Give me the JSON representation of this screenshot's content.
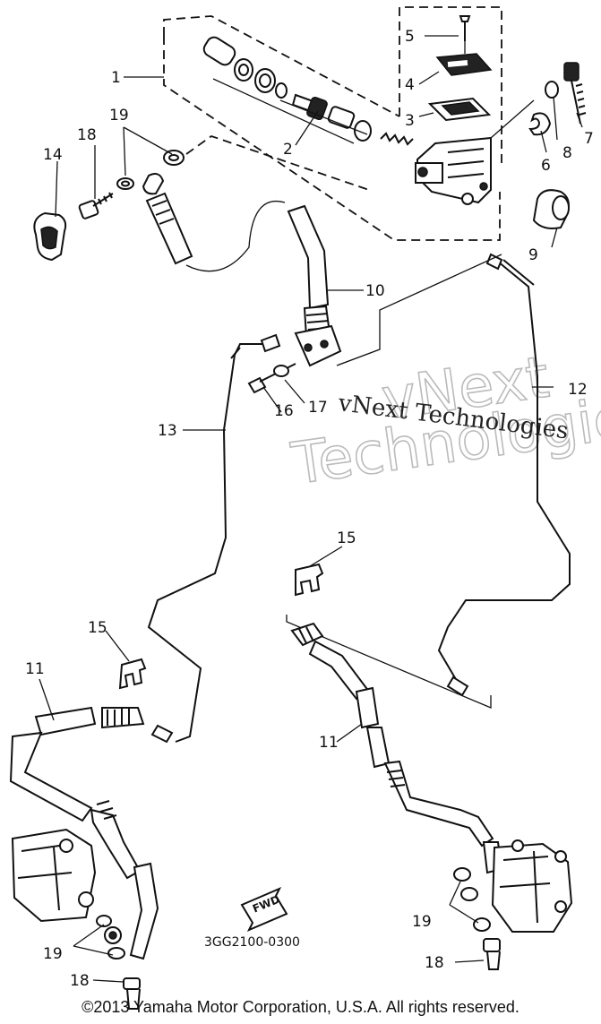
{
  "callouts": {
    "c1": "1",
    "c2": "2",
    "c3": "3",
    "c4": "4",
    "c5": "5",
    "c6": "6",
    "c7": "7",
    "c8": "8",
    "c9": "9",
    "c10": "10",
    "c11_left": "11",
    "c11_right": "11",
    "c12": "12",
    "c13": "13",
    "c14": "14",
    "c15_left": "15",
    "c15_right": "15",
    "c16": "16",
    "c17": "17",
    "c18_top": "18",
    "c18_left": "18",
    "c18_right": "18",
    "c19_top": "19",
    "c19_left": "19",
    "c19_right": "19"
  },
  "watermark": {
    "small": "vNext Technologies",
    "large_line1": "vNext",
    "large_line2": "Technologies"
  },
  "fwd_label": "FWD",
  "diagram_code": "3GG2100-0300",
  "copyright": "©2013 Yamaha Motor Corporation, U.S.A. All rights reserved."
}
